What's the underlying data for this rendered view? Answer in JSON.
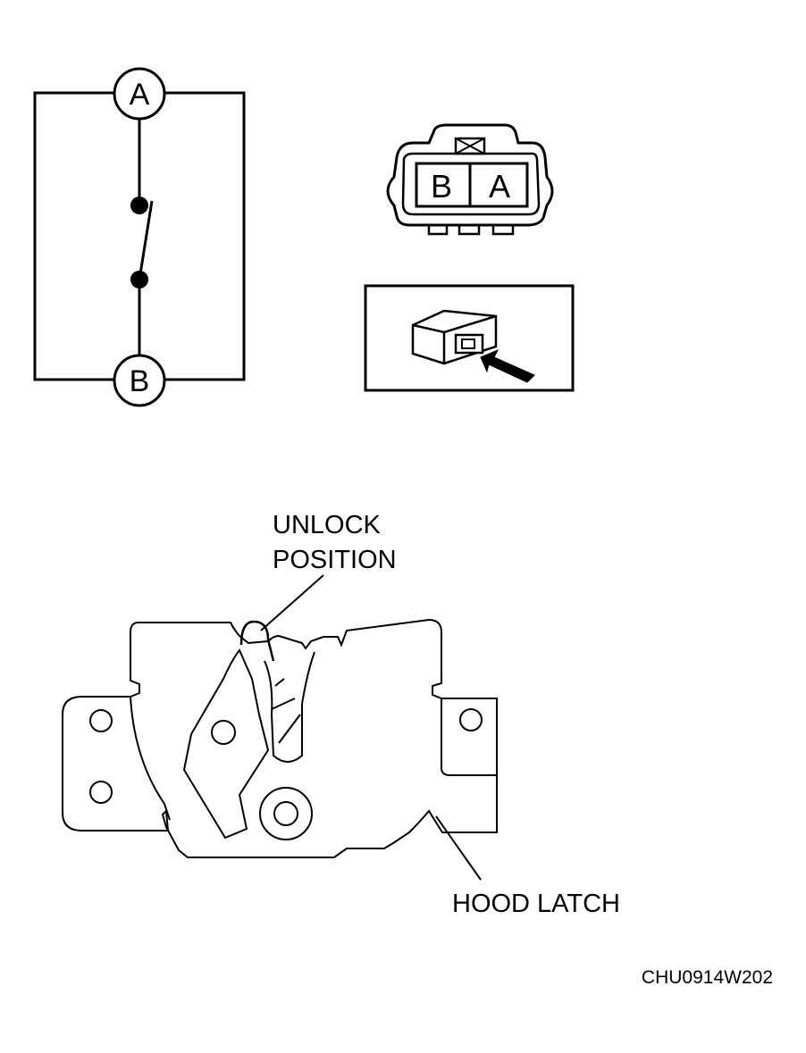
{
  "circuit": {
    "terminal_top": "A",
    "terminal_bottom": "B"
  },
  "connector": {
    "pin_left": "B",
    "pin_right": "A"
  },
  "latch": {
    "unlock_line1": "UNLOCK",
    "unlock_line2": "POSITION",
    "hood_latch_label": "HOOD LATCH"
  },
  "figure_code": "CHU0914W202"
}
